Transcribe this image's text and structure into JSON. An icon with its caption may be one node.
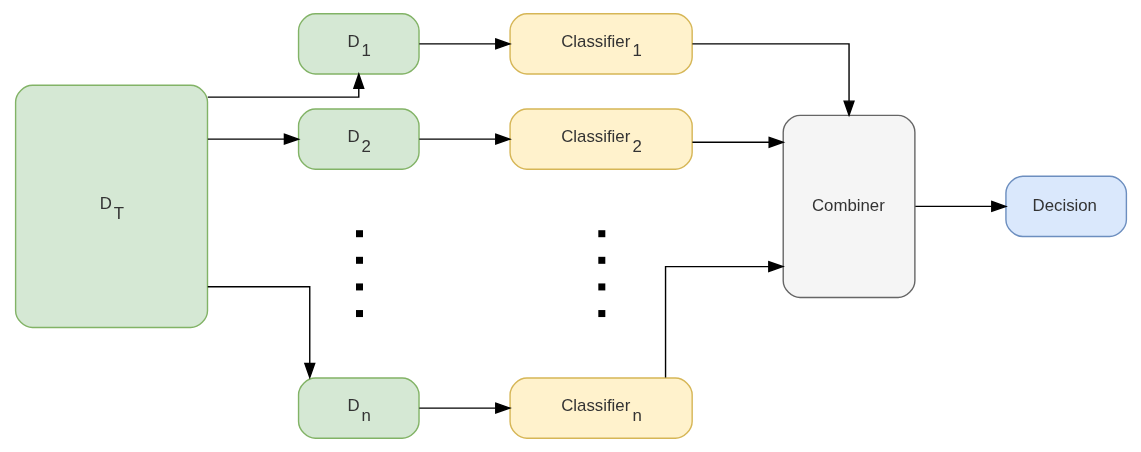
{
  "diagram": {
    "nodes": [
      {
        "text": [
          "D$_{T}$"
        ]
      },
      {
        "text": [
          "D$_{1}$"
        ]
      },
      {
        "text": [
          "D$_{2}$"
        ]
      },
      {
        "text": [
          "D$_{n}$"
        ]
      },
      {
        "text": [
          "Classifier$_{1}$"
        ]
      },
      {
        "text": [
          "Classifier$_{2}$"
        ]
      },
      {
        "text": [
          "Classifier$_{n}$"
        ]
      },
      {
        "text": [
          "Combiner"
        ]
      },
      {
        "text": [
          "Decision"
        ]
      }
    ],
    "edges": [
      {
        "from": 0,
        "to": 1,
        "arrow": "to"
      },
      {
        "from": 0,
        "to": 2,
        "arrow": "to"
      },
      {
        "from": 0,
        "to": 3,
        "arrow": "to"
      },
      {
        "from": 1,
        "to": 4,
        "arrow": "to"
      },
      {
        "from": 2,
        "to": 5,
        "arrow": "to"
      },
      {
        "from": 3,
        "to": 6,
        "arrow": "to"
      },
      {
        "from": 4,
        "to": 7,
        "arrow": "to"
      },
      {
        "from": 5,
        "to": 7,
        "arrow": "to"
      },
      {
        "from": 6,
        "to": 7,
        "arrow": "to"
      },
      {
        "from": 7,
        "to": 8,
        "arrow": "to"
      }
    ]
  }
}
